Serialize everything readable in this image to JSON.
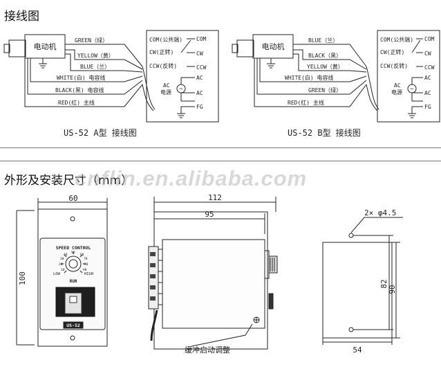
{
  "section_wiring": {
    "title": "接线图"
  },
  "section_dims": {
    "title": "外形及安装尺寸（mm）"
  },
  "watermark": "cnflin.en.alibaba.com",
  "motor_label": "电动机",
  "diagram_a": {
    "caption": "US-52 A型 接线图",
    "wires": [
      "GREEN（绿）",
      "YELLOW（黄）",
      "BLUE（兰）",
      "WHITE(白) 电容线",
      "BLACK(黑) 电容线",
      "RED(红)  主线"
    ]
  },
  "diagram_b": {
    "caption": "US-52 B型 接线图",
    "wires": [
      "BLUE（兰）",
      "BLACK（黑）",
      "YELLOW（黄）",
      "WHITE(白) 电容线",
      "GREEN（绿）",
      "RED(红)  主线"
    ]
  },
  "terminal_box": {
    "com": "COM(公共端)",
    "cw": "CW(正转)",
    "ccw": "CCW(反转)",
    "ac_label": "AC",
    "power_label": "电源",
    "ac_symbol": "~",
    "out_com": "COM",
    "out_cw": "CW",
    "out_ccw": "CCW",
    "out_ac1": "AC",
    "out_ac2": "AC",
    "out_fg": "FG"
  },
  "front_view": {
    "width_dim": "60",
    "height_dim": "100",
    "speed_control": "SPEED CONTROL",
    "low": "LOW",
    "high": "HIGH",
    "run": "RUN",
    "model": "US-52",
    "dial_numbers": [
      "10",
      "20",
      "30",
      "40",
      "50",
      "60",
      "70",
      "80",
      "90"
    ]
  },
  "side_view": {
    "overall_dim": "112",
    "body_dim": "95",
    "note": "缓冲启动调整"
  },
  "rear_view": {
    "holes": "2× φ4.5",
    "hole_spacing": "82",
    "height_dim": "90",
    "width_dim": "54"
  }
}
